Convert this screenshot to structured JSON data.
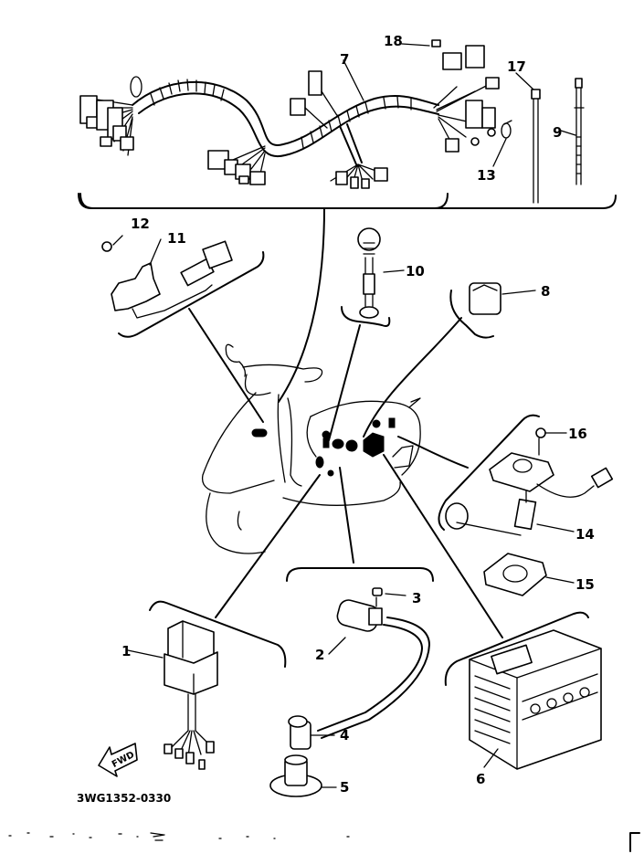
{
  "diagram": {
    "type": "exploded parts diagram",
    "subject": "scooter electrical components",
    "drawing_code": "3WG1352-0330",
    "direction_arrow": "FWD",
    "callouts": [
      {
        "id": "1",
        "label": "1"
      },
      {
        "id": "2",
        "label": "2"
      },
      {
        "id": "3",
        "label": "3"
      },
      {
        "id": "4",
        "label": "4"
      },
      {
        "id": "5",
        "label": "5"
      },
      {
        "id": "6",
        "label": "6"
      },
      {
        "id": "7",
        "label": "7"
      },
      {
        "id": "8",
        "label": "8"
      },
      {
        "id": "9",
        "label": "9"
      },
      {
        "id": "10",
        "label": "10"
      },
      {
        "id": "11",
        "label": "11"
      },
      {
        "id": "12",
        "label": "12"
      },
      {
        "id": "13",
        "label": "13"
      },
      {
        "id": "14",
        "label": "14"
      },
      {
        "id": "15",
        "label": "15"
      },
      {
        "id": "16",
        "label": "16"
      },
      {
        "id": "17",
        "label": "17"
      },
      {
        "id": "18",
        "label": "18"
      }
    ],
    "parts": [
      {
        "callout": "1",
        "depicts": "relay unit with wire leads"
      },
      {
        "callout": "2",
        "depicts": "ignition coil"
      },
      {
        "callout": "3",
        "depicts": "bolt"
      },
      {
        "callout": "4",
        "depicts": "spark plug cap"
      },
      {
        "callout": "5",
        "depicts": "cap cover"
      },
      {
        "callout": "6",
        "depicts": "battery"
      },
      {
        "callout": "7",
        "depicts": "wire harness"
      },
      {
        "callout": "8",
        "depicts": "relay"
      },
      {
        "callout": "9",
        "depicts": "cable tie"
      },
      {
        "callout": "10",
        "depicts": "connector / switch"
      },
      {
        "callout": "11",
        "depicts": "switch assembly"
      },
      {
        "callout": "12",
        "depicts": "screw"
      },
      {
        "callout": "13",
        "depicts": "clamp"
      },
      {
        "callout": "14",
        "depicts": "fuel sender unit"
      },
      {
        "callout": "15",
        "depicts": "gasket"
      },
      {
        "callout": "16",
        "depicts": "bolt"
      },
      {
        "callout": "17",
        "depicts": "band"
      },
      {
        "callout": "18",
        "depicts": "fuse"
      }
    ]
  }
}
